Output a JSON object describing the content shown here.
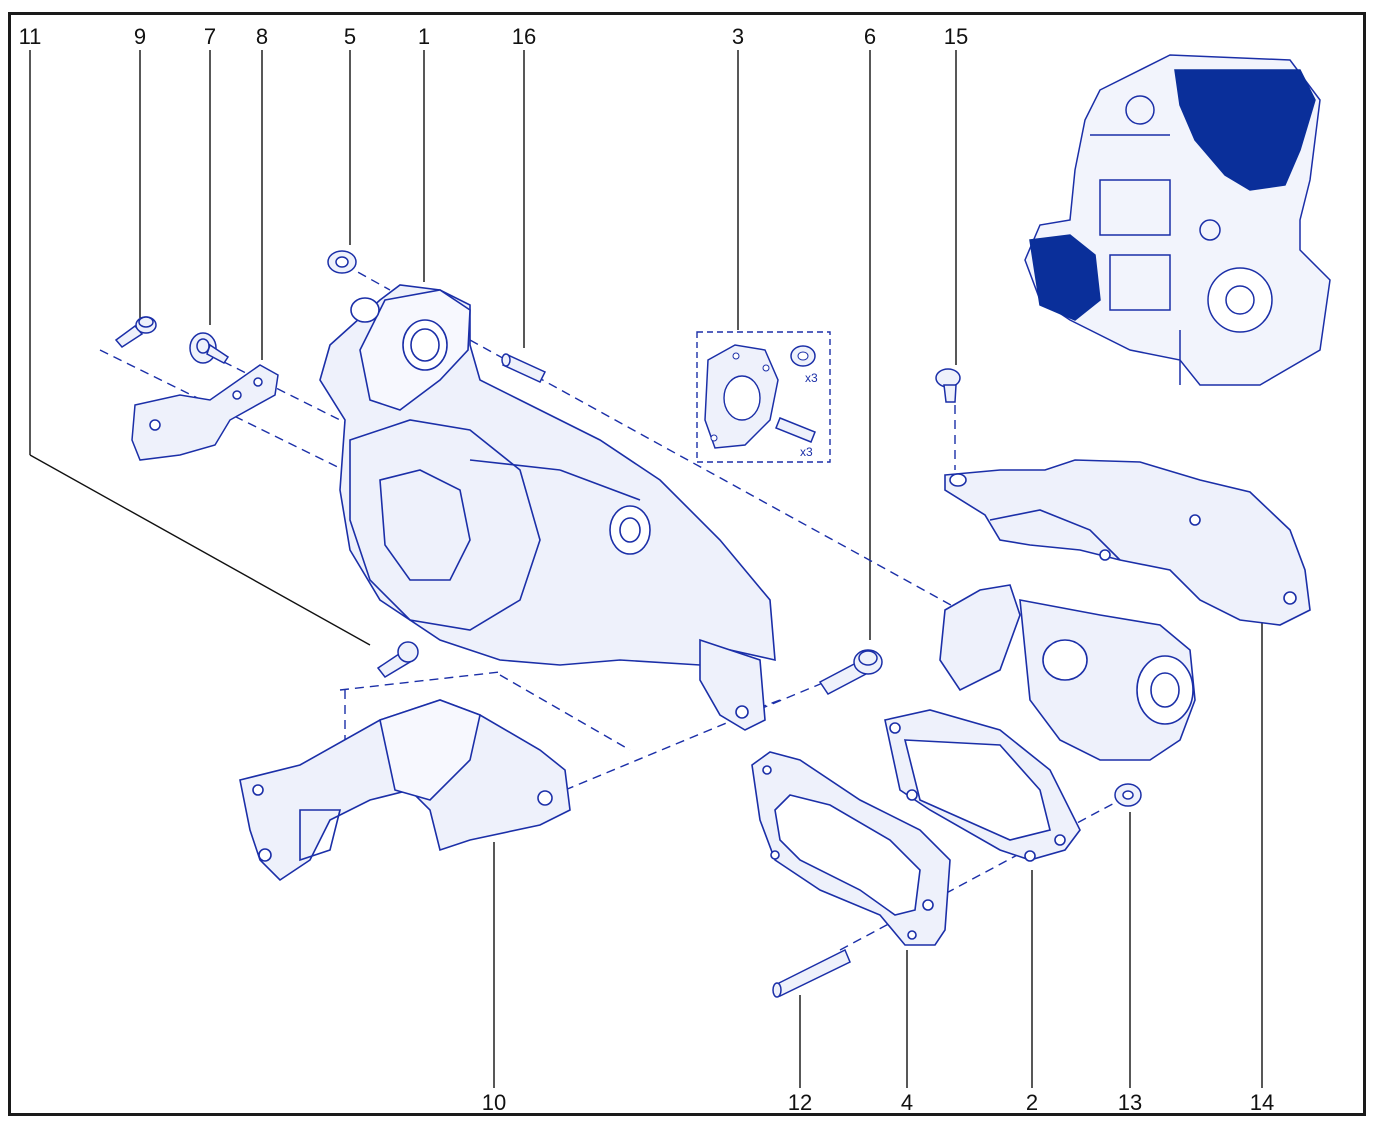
{
  "callouts": {
    "c1": "1",
    "c2": "2",
    "c3": "3",
    "c4": "4",
    "c5": "5",
    "c6": "6",
    "c7": "7",
    "c8": "8",
    "c9": "9",
    "c10": "10",
    "c11": "11",
    "c12": "12",
    "c13": "13",
    "c14": "14",
    "c15": "15",
    "c16": "16"
  },
  "kit": {
    "qty_nut": "x3",
    "qty_stud": "x3"
  },
  "colors": {
    "line": "#1b2fa8",
    "fill": "#eef1fb",
    "engine_highlight": "#0a2f9a",
    "leader": "#111111"
  }
}
